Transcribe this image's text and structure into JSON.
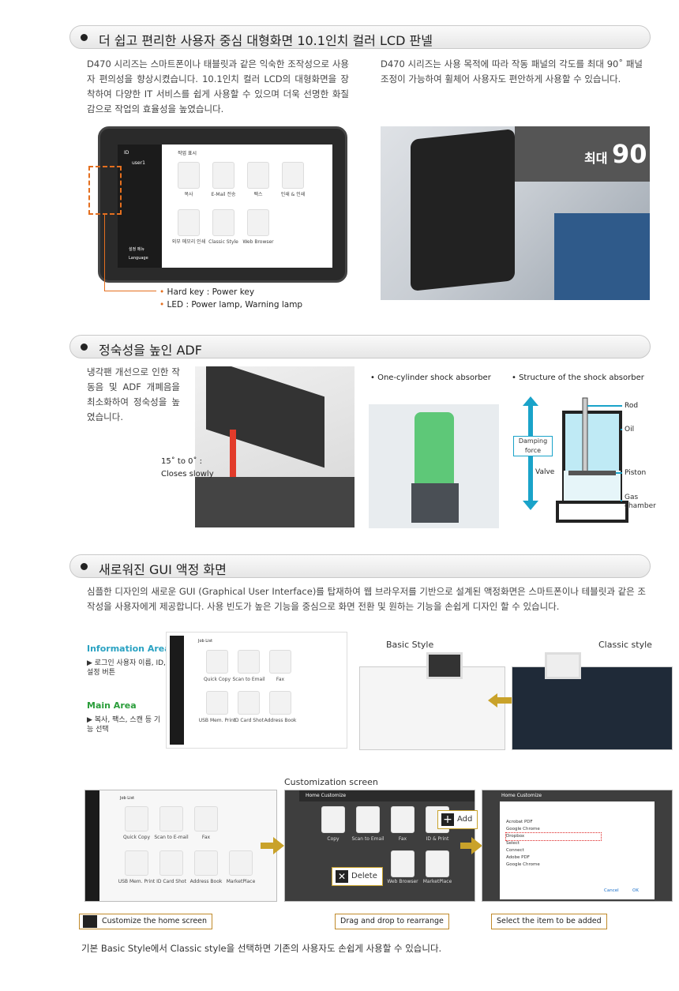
{
  "section1": {
    "title": "더 쉽고 편리한 사용자 중심 대형화면 10.1인치 컬러 LCD 판넬",
    "left_text": "D470 시리즈는 스마트폰이나 태블릿과 같은 익숙한 조작성으로 사용자 편의성을 향상시켰습니다. 10.1인치 컬러 LCD의 대형화면을 장착하여 다양한 IT 서비스를 쉽게 사용할 수 있으며 더욱 선명한 화질감으로 작업의 효율성을 높였습니다.",
    "right_text": "D470 시리즈는 사용 목적에 따라 작동 패널의 각도를 최대 90˚ 패널 조정이 가능하여 휠체어 사용자도 편안하게 사용할 수 있습니다.",
    "screen": {
      "id_label": "ID",
      "user": "user1",
      "header": "작업 표시",
      "tiles": [
        "복사",
        "E-Mail 전송",
        "팩스",
        "인쇄 & 인쇄",
        "외부 메모리 인쇄",
        "Classic Style",
        "Web Browser"
      ],
      "settings": "설정 메뉴",
      "language": "Language"
    },
    "bullets": [
      "Hard key : Power key",
      "LED : Power lamp, Warning lamp"
    ],
    "angle_label": "최대",
    "angle_value": "90˚"
  },
  "section2": {
    "title": "정숙성을 높인 ADF",
    "text": "냉각팬 개선으로 인한 작동음 및 ADF 개폐음을 최소화하여 정숙성을 높였습니다.",
    "angle_note_1": "15˚ to 0˚ :",
    "angle_note_2": "Closes slowly",
    "caption_a": "• One-cylinder shock absorber",
    "caption_b": "• Structure of the shock absorber",
    "labels": {
      "rod": "Rod",
      "oil": "Oil",
      "piston": "Piston",
      "gas": "Gas chamber",
      "damping_1": "Damping",
      "damping_2": "force",
      "valve": "Valve"
    }
  },
  "section3": {
    "title": "새로워진 GUI 액정 화면",
    "text": "심플한 디자인의 새로운 GUI (Graphical User Interface)를 탑재하여 웹 브라우저를 기반으로 설계된 액정화면은 스마트폰이나 테블릿과 같은 조작성을 사용자에게 제공합니다. 사용 빈도가 높은 기능을 중심으로 화면 전환 및 원하는 기능을 손쉽게 디자인 할 수 있습니다.",
    "info_area_title": "Information Area",
    "info_area_desc": "▶ 로그인 사용자 이름, ID, 설정 버튼",
    "main_area_title": "Main Area",
    "main_area_desc": "▶ 복사, 팩스, 스캔 등 기능 선택",
    "gui_tiles": [
      "Quick Copy",
      "Scan to Email",
      "Fax",
      "USB Mem. Print",
      "ID Card Shot",
      "Address Book"
    ],
    "job_list": "Job List",
    "basic_style": "Basic Style",
    "classic_style": "Classic style",
    "customization_title": "Customization screen",
    "screen_a_tiles": [
      "Quick Copy",
      "Scan to E-mail",
      "Fax",
      "USB Mem. Print",
      "ID Card Shot",
      "Address Book",
      "MarketPlace"
    ],
    "screen_b_header": "Home Customize",
    "screen_b_tiles": [
      "Copy",
      "Scan to Email",
      "Fax",
      "ID & Print",
      "Web Browser",
      "MarketPlace"
    ],
    "add_label": "Add",
    "delete_label": "Delete",
    "screen_c_header": "Home Customize",
    "screen_c_rows": [
      "Acrobat PDF",
      "Google Chrome",
      "Dropbox",
      "Select",
      "Connect",
      "Adobe PDF",
      "Google Chrome"
    ],
    "cancel": "Cancel",
    "ok": "OK",
    "callout_1": "Customize the home screen",
    "callout_2": "Drag and drop to rearrange",
    "callout_3": "Select the item to be added",
    "footer": "기본 Basic Style에서 Classic style을 선택하면 기존의 사용자도 손쉽게 사용할 수 있습니다."
  },
  "colors": {
    "accent": "#e46f1f",
    "gold": "#c9a22a",
    "blue": "#1aa3c9",
    "green": "#2a9d3a"
  }
}
